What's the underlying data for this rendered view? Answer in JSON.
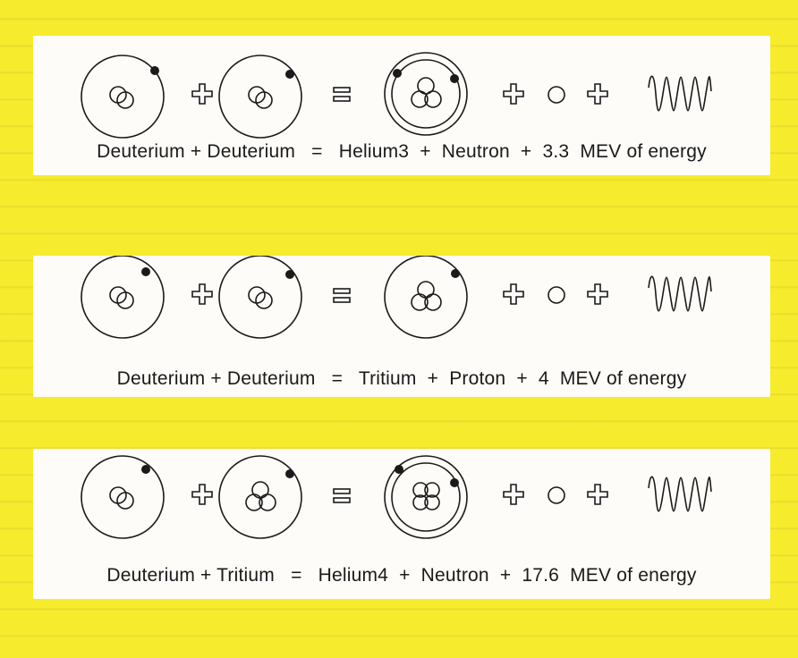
{
  "reactions": [
    {
      "equation": "Deuterium + Deuterium   =   Helium3  +  Neutron  +  3.3  MEV of energy",
      "left_atom_1": "deuterium",
      "left_atom_2": "deuterium",
      "product_atom": "helium3"
    },
    {
      "equation": "Deuterium + Deuterium   =   Tritium  +  Proton  +  4  MEV of energy",
      "left_atom_1": "deuterium",
      "left_atom_2": "deuterium",
      "product_atom": "tritium"
    },
    {
      "equation": "Deuterium + Tritium   =   Helium4  +  Neutron  +  17.6  MEV of energy",
      "left_atom_1": "deuterium",
      "left_atom_2": "tritium",
      "product_atom": "helium4"
    }
  ],
  "colors": {
    "background": "#f7eb2e",
    "panel": "#fdfcf8",
    "ink": "#1a1a1a"
  }
}
